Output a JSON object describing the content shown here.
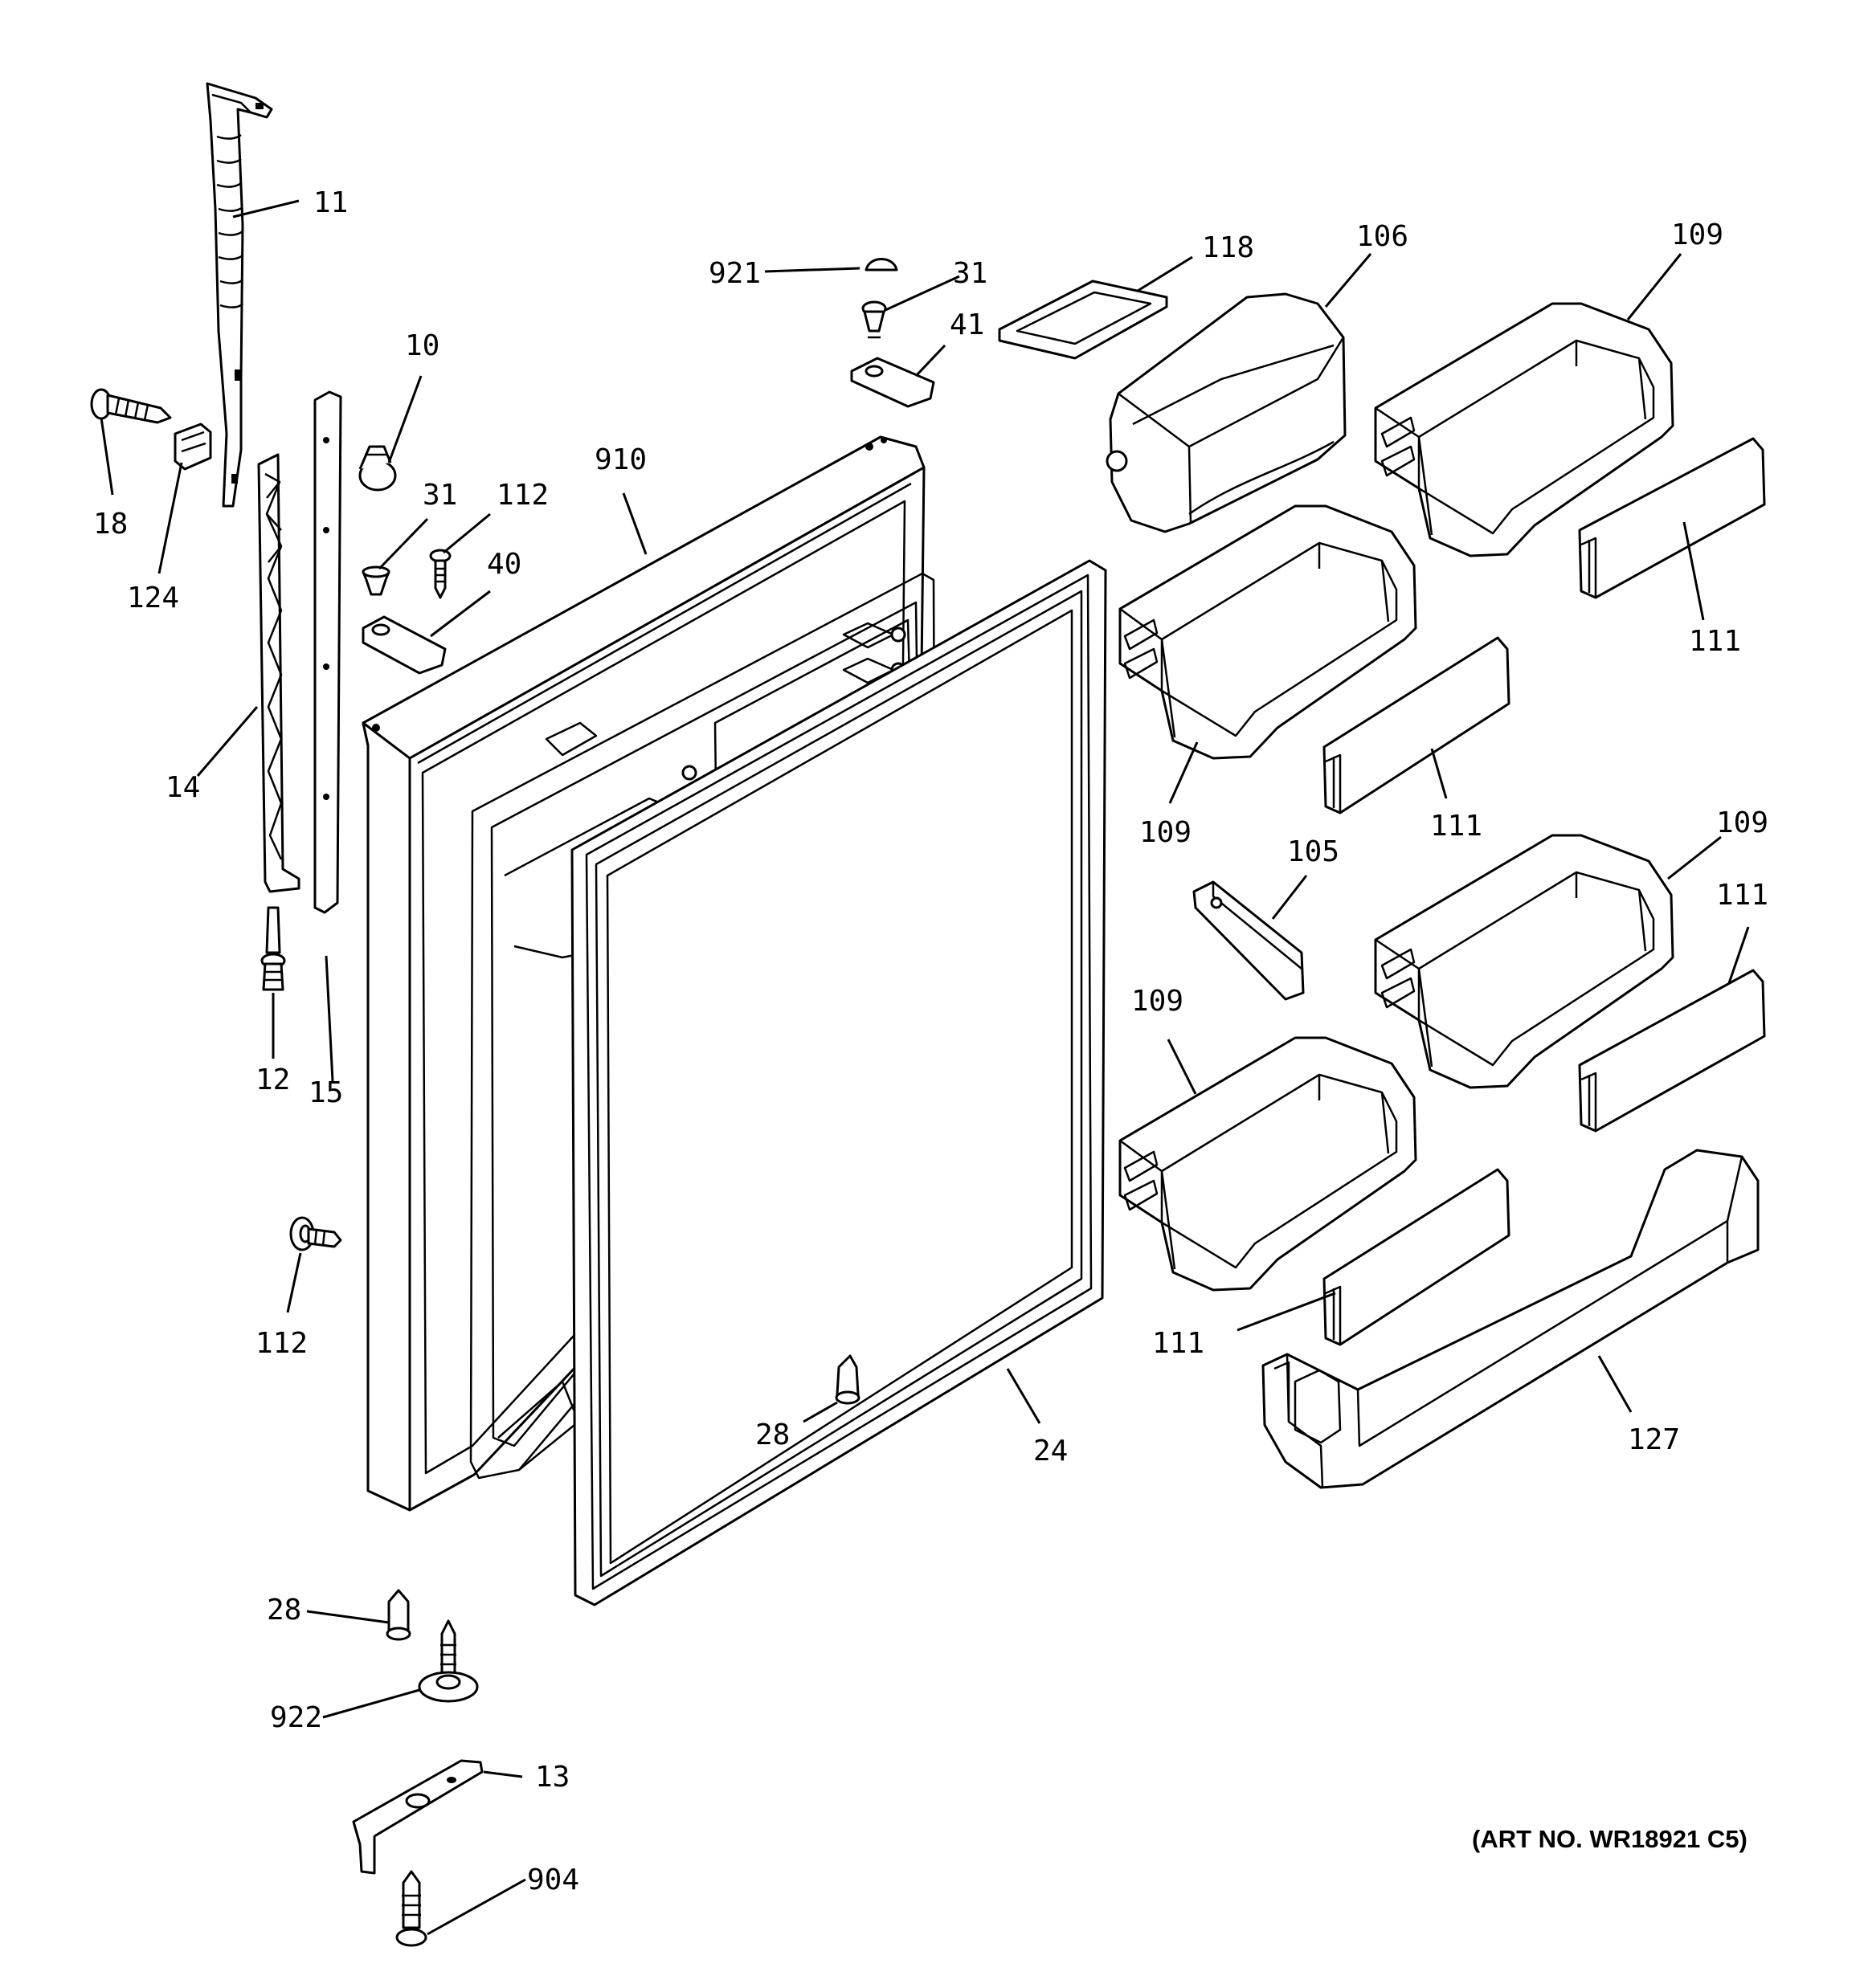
{
  "diagram": {
    "art_number": "(ART NO. WR18921 C5)",
    "callouts": [
      {
        "id": "c11",
        "text": "11"
      },
      {
        "id": "c18",
        "text": "18"
      },
      {
        "id": "c124",
        "text": "124"
      },
      {
        "id": "c14",
        "text": "14"
      },
      {
        "id": "c15",
        "text": "15"
      },
      {
        "id": "c10",
        "text": "10"
      },
      {
        "id": "c31a",
        "text": "31"
      },
      {
        "id": "c112a",
        "text": "112"
      },
      {
        "id": "c40",
        "text": "40"
      },
      {
        "id": "c910",
        "text": "910"
      },
      {
        "id": "c921",
        "text": "921"
      },
      {
        "id": "c31b",
        "text": "31"
      },
      {
        "id": "c41",
        "text": "41"
      },
      {
        "id": "c118",
        "text": "118"
      },
      {
        "id": "c106",
        "text": "106"
      },
      {
        "id": "c109a",
        "text": "109"
      },
      {
        "id": "c111a",
        "text": "111"
      },
      {
        "id": "c109b",
        "text": "109"
      },
      {
        "id": "c111b",
        "text": "111"
      },
      {
        "id": "c105",
        "text": "105"
      },
      {
        "id": "c109c",
        "text": "109"
      },
      {
        "id": "c111c",
        "text": "111"
      },
      {
        "id": "c109d",
        "text": "109"
      },
      {
        "id": "c111d",
        "text": "111"
      },
      {
        "id": "c127",
        "text": "127"
      },
      {
        "id": "c12",
        "text": "12"
      },
      {
        "id": "c112b",
        "text": "112"
      },
      {
        "id": "c28a",
        "text": "28"
      },
      {
        "id": "c24",
        "text": "24"
      },
      {
        "id": "c28b",
        "text": "28"
      },
      {
        "id": "c922",
        "text": "922"
      },
      {
        "id": "c13",
        "text": "13"
      },
      {
        "id": "c904",
        "text": "904"
      }
    ]
  }
}
